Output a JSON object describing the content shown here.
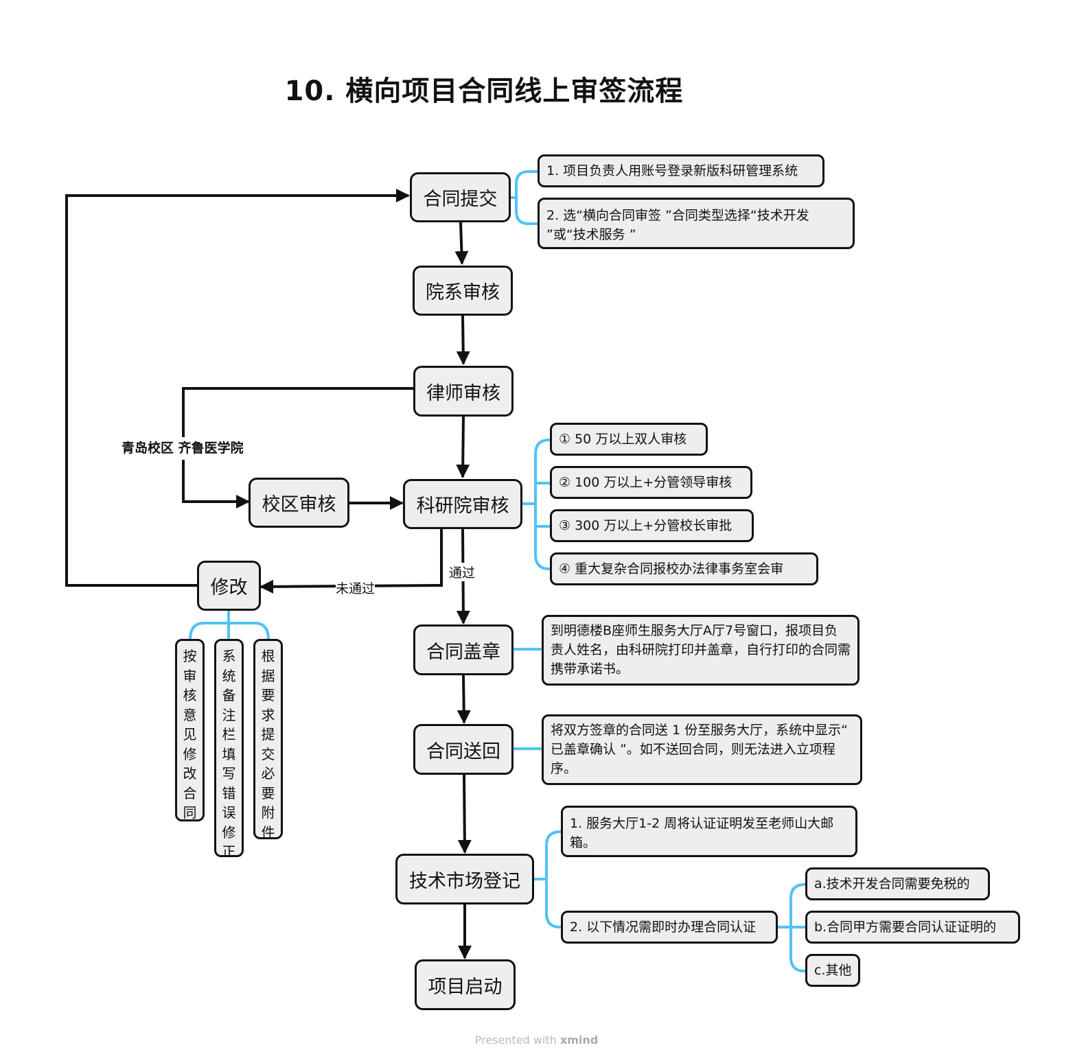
{
  "title": "10.  横向项目合同线上审签流程",
  "nodes": {
    "submit": "合同提交",
    "dept": "院系审核",
    "lawyer": "律师审核",
    "campus": "校区审核",
    "research": "科研院审核",
    "modify": "修改",
    "seal": "合同盖章",
    "return": "合同送回",
    "market": "技术市场登记",
    "start": "项目启动"
  },
  "labels": {
    "campus_branch": "青岛校区 齐鲁医学院",
    "pass": "通过",
    "fail": "未通过"
  },
  "notes": {
    "submit": [
      "1. 项目负责人用账号登录新版科研管理系统",
      "2. 选“横向合同审签 ”合同类型选择“技术开发 ”或“技术服务 ”"
    ],
    "research": [
      "①  50 万以上双人审核",
      "②  100 万以上+分管领导审核",
      "③  300 万以上+分管校长审批",
      "④  重大复杂合同报校办法律事务室会审"
    ],
    "seal": "到明德楼B座师生服务大厅A厅7号窗口，报项目负责人姓名，由科研院打印并盖章，自行打印的合同需携带承诺书。",
    "return": "将双方签章的合同送 1 份至服务大厅，系统中显示“ 已盖章确认 ”。如不送回合同，则无法进入立项程序。",
    "market": [
      "1. 服务大厅1-2 周将认证证明发至老师山大邮箱。",
      "2. 以下情况需即时办理合同认证"
    ],
    "certify": [
      "a.技术开发合同需要免税的",
      "b.合同甲方需要合同认证证明的",
      "c.其他"
    ],
    "modify": [
      [
        "按",
        "审",
        "核",
        "意",
        "见",
        "修",
        "改",
        "合",
        "同"
      ],
      [
        "系",
        "统",
        "备",
        "注",
        "栏",
        "填",
        "写",
        "错",
        "误",
        "修",
        "正"
      ],
      [
        "根",
        "据",
        "要",
        "求",
        "提",
        "交",
        "必",
        "要",
        "附",
        "件"
      ]
    ]
  },
  "footer": {
    "prefix": "Presented with ",
    "brand": "xmind"
  },
  "colors": {
    "line": "#111111",
    "branch": "#4fc3f7",
    "box": "#eeeeee"
  }
}
